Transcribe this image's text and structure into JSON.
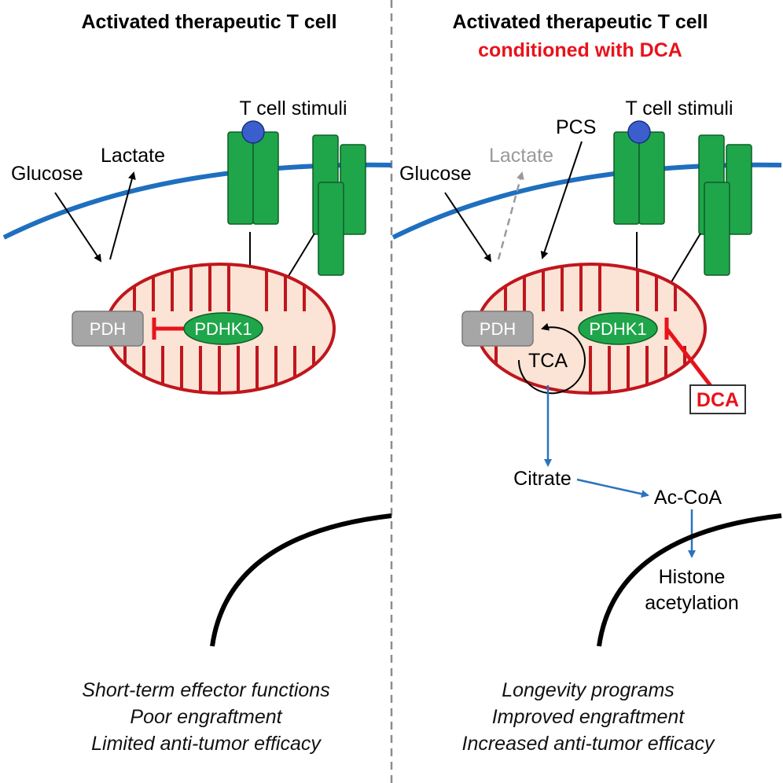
{
  "left_panel": {
    "title": "Activated therapeutic T cell",
    "stimuli": "T cell stimuli",
    "glucose": "Glucose",
    "lactate": "Lactate",
    "pdh": "PDH",
    "pdhk1": "PDHK1",
    "outcomes": [
      "Short-term effector functions",
      "Poor engraftment",
      "Limited anti-tumor efficacy"
    ]
  },
  "right_panel": {
    "title": "Activated therapeutic T cell",
    "subtitle": "conditioned with DCA",
    "stimuli": "T cell stimuli",
    "pcs": "PCS",
    "glucose": "Glucose",
    "lactate": "Lactate",
    "pdh": "PDH",
    "pdhk1": "PDHK1",
    "tca": "TCA",
    "dca": "DCA",
    "citrate": "Citrate",
    "accoa": "Ac-CoA",
    "histone_line1": "Histone",
    "histone_line2": "acetylation",
    "outcomes": [
      "Longevity programs",
      "Improved engraftment",
      "Increased anti-tumor efficacy"
    ]
  },
  "colors": {
    "membrane": "#1f6fbf",
    "receptor": "#1fa64a",
    "ligand": "#3a5fcd",
    "mito_fill": "#fbe3d5",
    "mito_stroke": "#c0161d",
    "pdh_box": "#a6a6a6",
    "inhibit": "#e8131b",
    "flow_arrow": "#2a73c0",
    "divider": "#8c8c8c"
  }
}
